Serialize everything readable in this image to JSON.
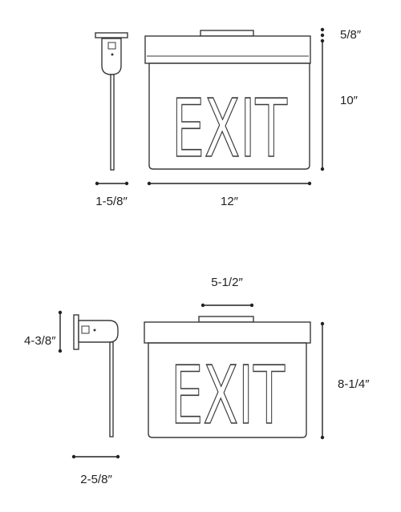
{
  "top_view": {
    "sign_text": "EXIT",
    "dims": {
      "depth": "1-5/8″",
      "width": "12″",
      "canopy": "5/8″",
      "height": "10″"
    }
  },
  "bottom_view": {
    "sign_text": "EXIT",
    "dims": {
      "canopy_width": "5-1/2″",
      "mount_height": "4-3/8″",
      "height": "8-1/4″",
      "depth": "2-5/8″"
    }
  }
}
